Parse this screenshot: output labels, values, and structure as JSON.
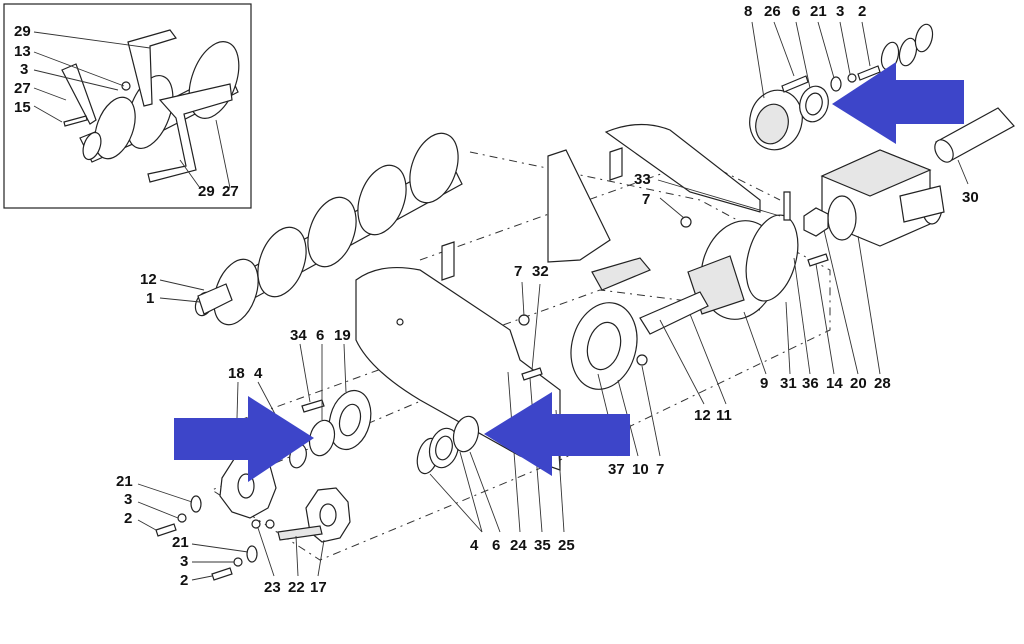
{
  "diagram": {
    "labels": {
      "inset": [
        "29",
        "13",
        "3",
        "27",
        "15",
        "29",
        "27"
      ],
      "top_right": [
        "8",
        "26",
        "6",
        "21",
        "3",
        "2",
        "30"
      ],
      "middle": [
        "33",
        "7",
        "12",
        "1",
        "7",
        "32"
      ],
      "right_row": [
        "9",
        "31",
        "36",
        "14",
        "20",
        "28",
        "12",
        "11"
      ],
      "left_group": [
        "34",
        "6",
        "19",
        "18",
        "4",
        "21",
        "3",
        "2",
        "21",
        "3",
        "2",
        "23",
        "22",
        "17"
      ],
      "bottom_center": [
        "4",
        "6",
        "24",
        "35",
        "25",
        "37",
        "10",
        "7"
      ]
    },
    "arrow_color": "#3d45c9"
  }
}
